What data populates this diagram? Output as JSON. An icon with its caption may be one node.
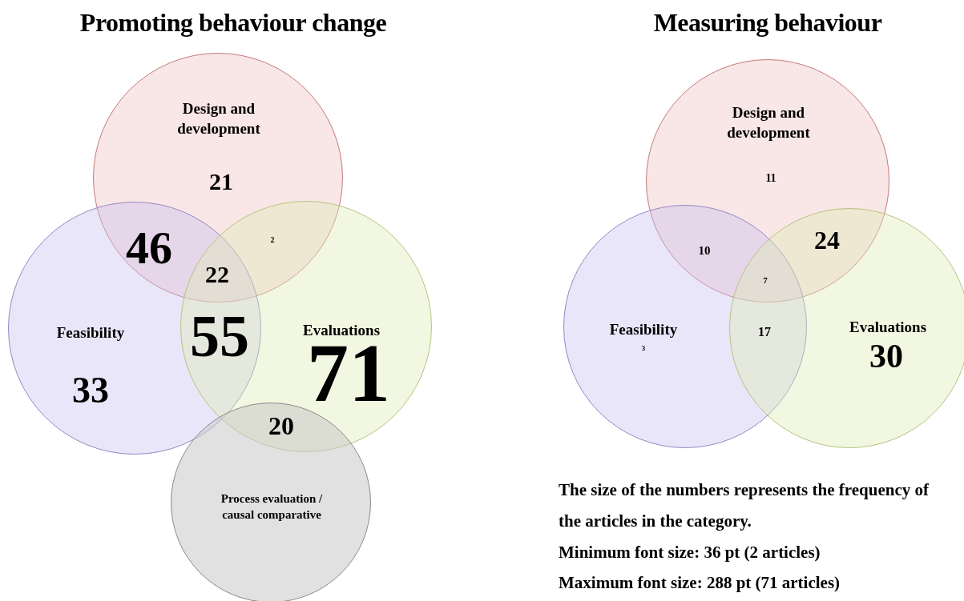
{
  "diagram": {
    "nodes": [
      {
        "text": [
          "Design and development"
        ]
      },
      {
        "text": [
          "Feasibility"
        ]
      },
      {
        "text": [
          "Evaluations"
        ]
      },
      {
        "text": [
          "Process evaluation / causal comparative"
        ]
      },
      {
        "text": [
          "Design and development"
        ]
      },
      {
        "text": [
          "Feasibility"
        ]
      },
      {
        "text": [
          "Evaluations"
        ]
      }
    ],
    "labels": [
      "Promoting behaviour change",
      "Measuring behaviour",
      "21",
      "46",
      "2",
      "22",
      "55",
      "33",
      "71",
      "20",
      "11",
      "24",
      "10",
      "7",
      "17",
      "3",
      "30",
      "The size of the numbers represents the frequency of the articles in the category.",
      "Minimum font size: 36 pt  (2 articles)",
      "Maximum font size: 288 pt (71 articles)"
    ]
  }
}
